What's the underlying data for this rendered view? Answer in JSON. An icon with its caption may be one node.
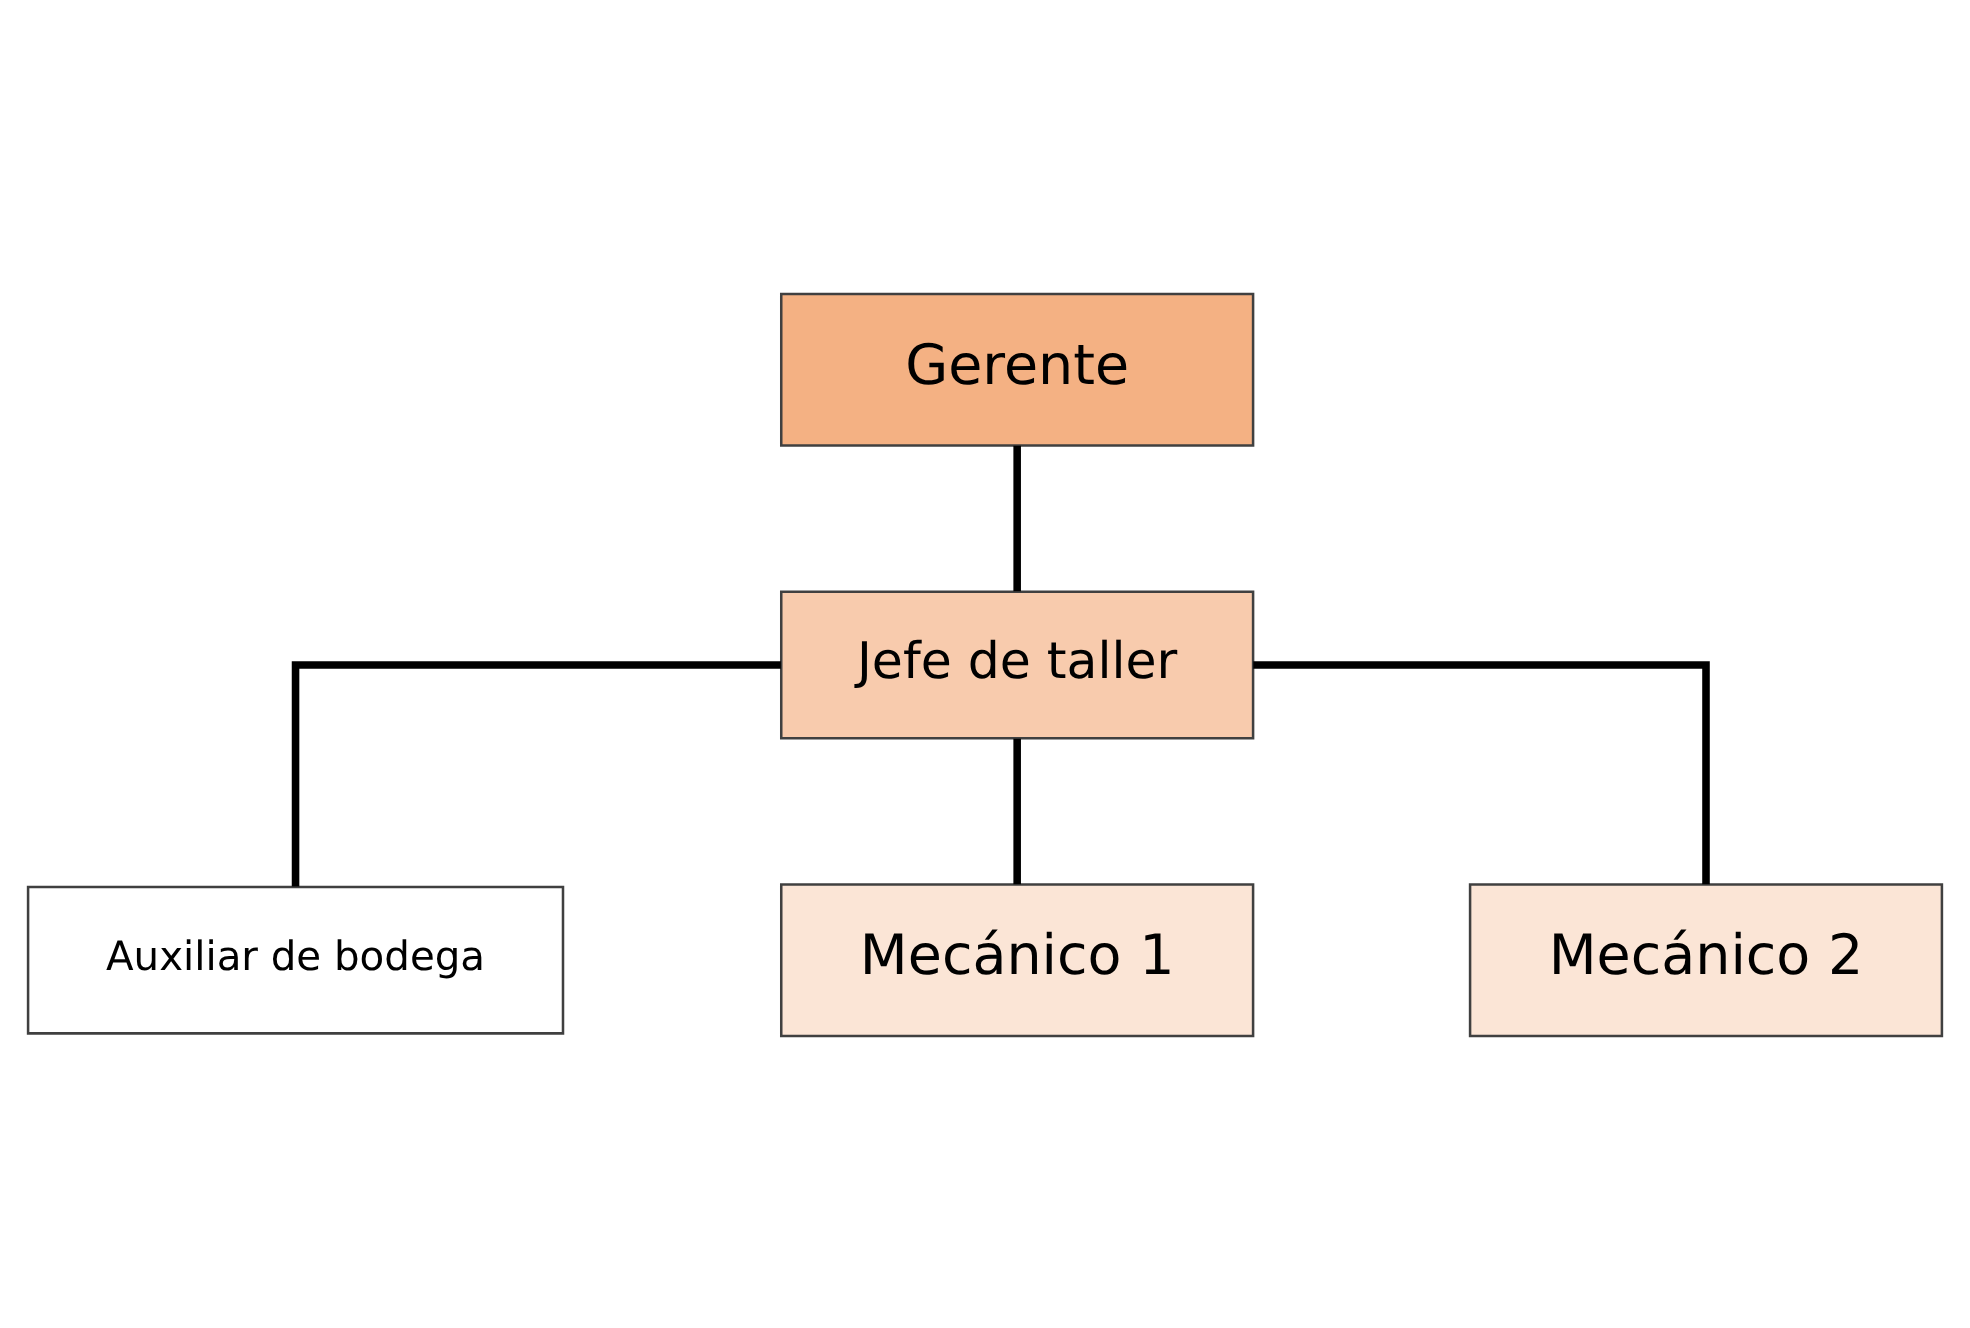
{
  "diagram": {
    "nodes": [
      {
        "text": [
          "Gerente"
        ]
      },
      {
        "text": [
          "Jefe de taller"
        ]
      },
      {
        "text": [
          "Auxiliar de bodega"
        ]
      },
      {
        "text": [
          "Mecánico 1"
        ]
      },
      {
        "text": [
          "Mecánico 2"
        ]
      }
    ],
    "edges": [
      {
        "from": 0,
        "to": 1,
        "arrow": "none"
      },
      {
        "from": 1,
        "to": 2,
        "arrow": "none"
      },
      {
        "from": 1,
        "to": 3,
        "arrow": "none"
      },
      {
        "from": 1,
        "to": 4,
        "arrow": "none"
      }
    ]
  }
}
